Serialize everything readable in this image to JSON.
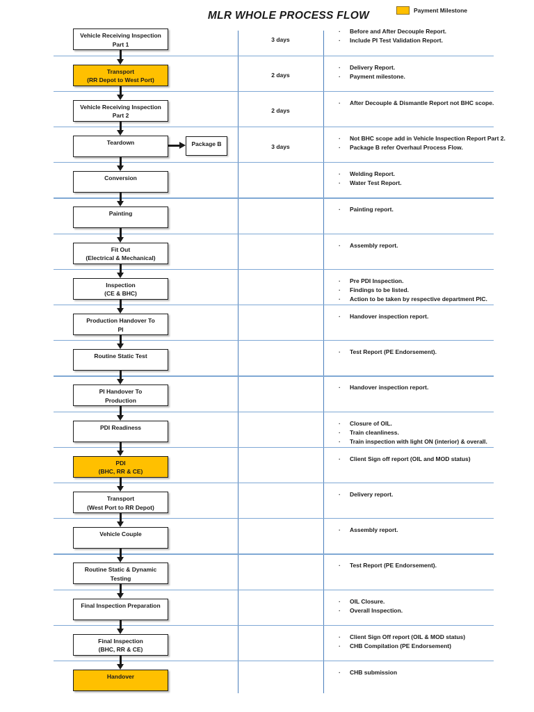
{
  "title": "MLR WHOLE PROCESS FLOW",
  "legend": {
    "label": "Payment Milestone",
    "swatch_color": "#FFC000"
  },
  "bullet_marker": "·",
  "colors": {
    "milestone_fill": "#FFC000",
    "box_border": "#1a1a1a",
    "grid_vertical": "#4A7EBB",
    "grid_horizontal": "#7FA8D4"
  },
  "steps": [
    {
      "label": "Vehicle Receiving Inspection\nPart 1",
      "milestone": false,
      "duration": "3 days",
      "notes": [
        "Before and After Decouple Report.",
        "Include PI Test Validation Report."
      ]
    },
    {
      "label": "Transport\n(RR Depot to West Port)",
      "milestone": true,
      "duration": "2 days",
      "notes": [
        "Delivery Report.",
        "Payment milestone."
      ]
    },
    {
      "label": "Vehicle Receiving Inspection\nPart 2",
      "milestone": false,
      "duration": "2 days",
      "notes": [
        "After Decouple & Dismantle Report not BHC scope."
      ]
    },
    {
      "label": "Teardown",
      "milestone": false,
      "duration": "3 days",
      "side_box": "Package B",
      "notes": [
        "Not BHC scope add in Vehicle Inspection Report Part 2.",
        "Package B refer Overhaul Process Flow."
      ]
    },
    {
      "label": "Conversion",
      "milestone": false,
      "duration": "",
      "notes": [
        "Welding Report.",
        "Water Test Report."
      ]
    },
    {
      "label": "Painting",
      "milestone": false,
      "duration": "",
      "notes": [
        "Painting report."
      ]
    },
    {
      "label": "Fit Out\n(Electrical & Mechanical)",
      "milestone": false,
      "duration": "",
      "notes": [
        "Assembly report."
      ]
    },
    {
      "label": "Inspection\n(CE & BHC)",
      "milestone": false,
      "duration": "",
      "notes": [
        "Pre PDI Inspection.",
        "Findings to be listed.",
        "Action to be taken by respective department PIC."
      ]
    },
    {
      "label": "Production Handover To\nPI",
      "milestone": false,
      "duration": "",
      "notes": [
        "Handover inspection report."
      ]
    },
    {
      "label": "Routine Static Test",
      "milestone": false,
      "duration": "",
      "notes": [
        "Test Report (PE Endorsement)."
      ]
    },
    {
      "label": "PI Handover To\nProduction",
      "milestone": false,
      "duration": "",
      "notes": [
        "Handover inspection report."
      ]
    },
    {
      "label": "PDI Readiness",
      "milestone": false,
      "duration": "",
      "notes": [
        "Closure of OIL.",
        "Train cleanliness.",
        "Train inspection with light ON (interior) & overall."
      ]
    },
    {
      "label": "PDI\n(BHC, RR & CE)",
      "milestone": true,
      "duration": "",
      "notes": [
        "Client Sign off report (OIL and MOD status)"
      ]
    },
    {
      "label": "Transport\n(West Port to RR Depot)",
      "milestone": false,
      "duration": "",
      "notes": [
        "Delivery report."
      ]
    },
    {
      "label": "Vehicle Couple",
      "milestone": false,
      "duration": "",
      "notes": [
        "Assembly report."
      ]
    },
    {
      "label": "Routine Static & Dynamic\nTesting",
      "milestone": false,
      "duration": "",
      "notes": [
        "Test Report (PE Endorsement)."
      ]
    },
    {
      "label": "Final Inspection Preparation",
      "milestone": false,
      "duration": "",
      "notes": [
        "OIL Closure.",
        "Overall Inspection."
      ]
    },
    {
      "label": "Final Inspection\n(BHC, RR & CE)",
      "milestone": false,
      "duration": "",
      "notes": [
        "Client Sign Off report (OIL & MOD status)",
        "CHB Compilation (PE Endorsement)"
      ]
    },
    {
      "label": "Handover",
      "milestone": true,
      "duration": "",
      "notes": [
        "CHB submission"
      ]
    }
  ]
}
